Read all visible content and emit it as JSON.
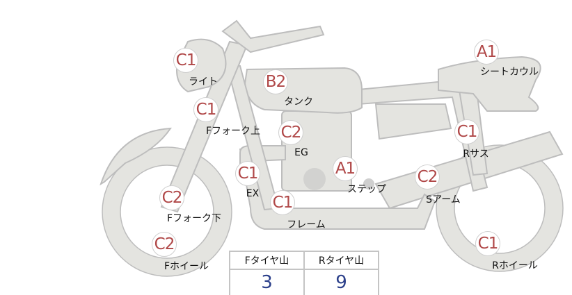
{
  "parts": [
    {
      "grade": "C1",
      "label": "ライト"
    },
    {
      "grade": "B2",
      "label": "タンク"
    },
    {
      "grade": "C1",
      "label": "Fフォーク上"
    },
    {
      "grade": "C2",
      "label": "EG"
    },
    {
      "grade": "A1",
      "label": "シートカウル"
    },
    {
      "grade": "C1",
      "label": "Rサス"
    },
    {
      "grade": "C1",
      "label": "EX"
    },
    {
      "grade": "A1",
      "label": "ステップ"
    },
    {
      "grade": "C2",
      "label": "Sアーム"
    },
    {
      "grade": "C2",
      "label": "Fフォーク下"
    },
    {
      "grade": "C1",
      "label": "フレーム"
    },
    {
      "grade": "C2",
      "label": "Fホイール"
    },
    {
      "grade": "C1",
      "label": "Rホイール"
    }
  ],
  "tire": {
    "front_label": "Fタイヤ山",
    "rear_label": "Rタイヤ山",
    "front_value": "3",
    "rear_value": "9"
  },
  "colors": {
    "grade": "#b04848",
    "tire_value": "#2b3f8a",
    "bike_fill": "#e4e4e0",
    "bike_stroke": "#bdbdbd"
  }
}
